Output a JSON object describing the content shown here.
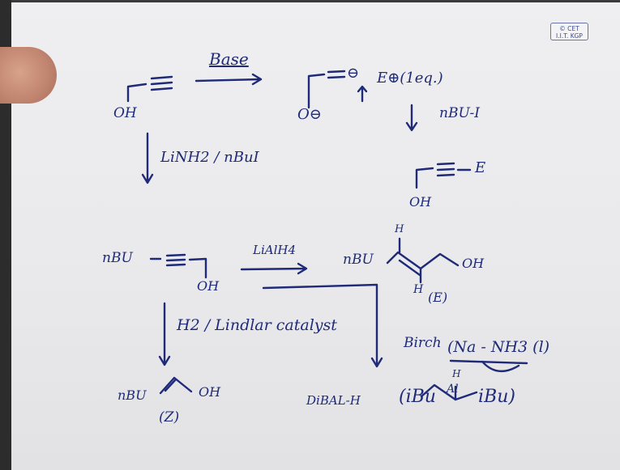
{
  "watermark": {
    "line1": "© CET",
    "line2": "I.I.T. KGP"
  },
  "reaction_top": {
    "start_oh": "OH",
    "reagent_base": "Base",
    "dianion_o": "O⊖",
    "dianion_minus": "⊖",
    "electrophile": "E⊕(1eq.)",
    "reagent_nbu": "nBU-I",
    "product_e": "E",
    "product_oh": "OH"
  },
  "reaction_left": {
    "reagent": "LiNH2 / nBuI",
    "alkyne_nbu": "nBU",
    "alkyne_oh": "OH"
  },
  "reaction_middle": {
    "reagent": "LiAlH4",
    "trans_nbu": "nBU",
    "trans_h_top": "H",
    "trans_oh": "OH",
    "trans_h_bottom": "H",
    "trans_label": "(E)",
    "birch": "Birch",
    "birch_reagent": "(Na - NH3 (l)",
    "dibal": "DiBAL-H",
    "dibal_left": "(iBu",
    "dibal_al": "Al",
    "dibal_h": "H",
    "dibal_right": "iBu)"
  },
  "reaction_bottom": {
    "reagent": "H2 / Lindlar catalyst",
    "cis_nbu": "nBU",
    "cis_oh": "OH",
    "cis_label": "(Z)"
  }
}
